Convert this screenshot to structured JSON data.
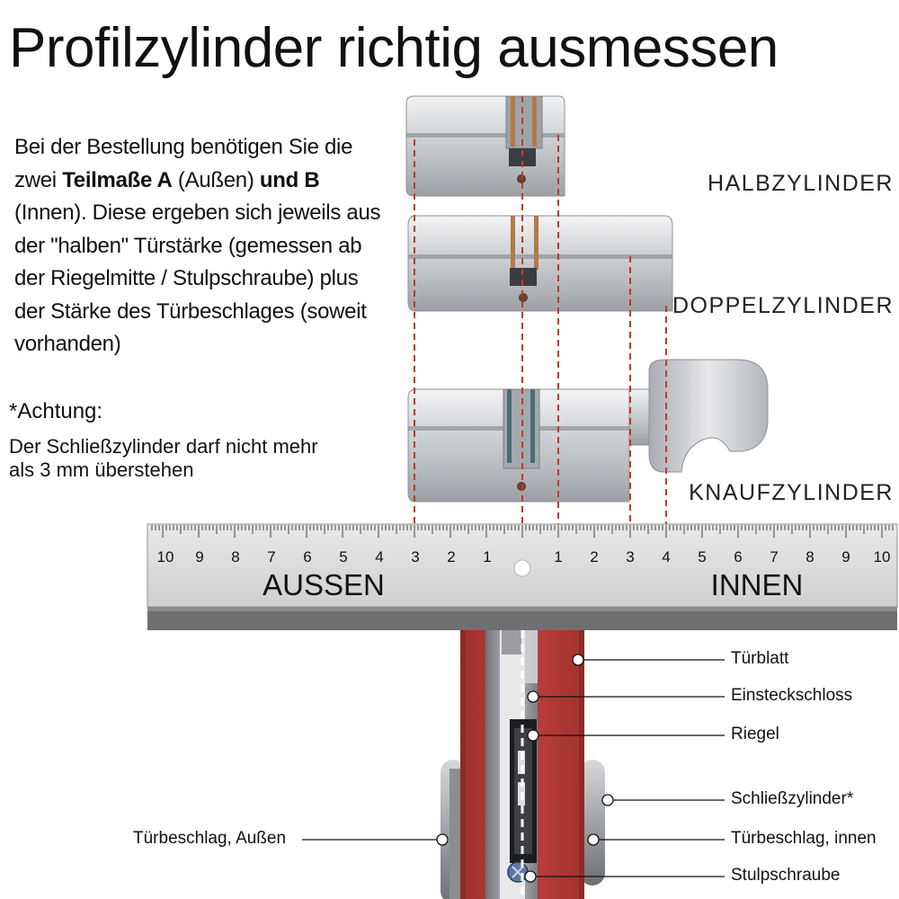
{
  "title": "Profilzylinder richtig ausmessen",
  "intro": {
    "p1": "Bei der Bestellung benötigen Sie die zwei ",
    "b1": "Teilmaße A",
    "p2": " (Außen) ",
    "b2": "und B",
    "p3": " (Innen). Diese ergeben sich jeweils aus der \"halben\" Türstärke (gemessen ab der Riegelmitte / Stulpschraube) plus der Stärke des Türbeschlages (soweit vorhanden)"
  },
  "warning": {
    "heading": "*Achtung:",
    "text": "Der Schließzylinder darf nicht mehr als 3 mm überstehen"
  },
  "cylinders": {
    "half": "HALBZYLINDER",
    "double": "DOPPELZYLINDER",
    "knob": "KNAUFZYLINDER"
  },
  "ruler": {
    "outside_label": "AUSSEN",
    "inside_label": "INNEN",
    "left_numbers": [
      "10",
      "9",
      "8",
      "7",
      "6",
      "5",
      "4",
      "3",
      "2",
      "1"
    ],
    "right_numbers": [
      "1",
      "2",
      "3",
      "4",
      "5",
      "6",
      "7",
      "8",
      "9",
      "10"
    ]
  },
  "callouts": {
    "door_leaf": "Türblatt",
    "mortise_lock": "Einsteckschloss",
    "bolt": "Riegel",
    "cylinder": "Schließzylinder*",
    "fitting_inside": "Türbeschlag, innen",
    "faceplate_screw": "Stulpschraube",
    "fitting_outside": "Türbeschlag, Außen"
  },
  "colors": {
    "door": "#b73a35",
    "dash": "#c0392b",
    "ruler": "#dcdcdc",
    "metal": "#c9ccd0"
  }
}
